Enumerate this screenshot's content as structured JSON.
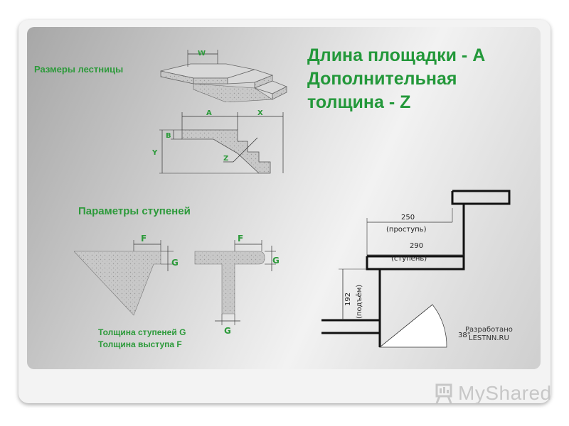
{
  "slide": {
    "heading_sizes": "Размеры лестницы",
    "title_right": "Длина площадки - А\nДополнительная\nтолщина - Z",
    "heading_steps": "Параметры ступеней",
    "caption_line1": "Толщина ступеней G",
    "caption_line2": "Толщина выступа F",
    "credit_line1": "Разработано",
    "credit_line2": "LESTNN.RU"
  },
  "stair_top": {
    "w_label": "W"
  },
  "stair_mid": {
    "a_label": "A",
    "x_label": "X",
    "b_label": "B",
    "y_label": "Y",
    "z_label": "Z"
  },
  "step_left": {
    "f_label": "F",
    "g_label": "G"
  },
  "step_right": {
    "f_label": "F",
    "g_label_side": "G",
    "g_label_bottom": "G"
  },
  "drawing": {
    "tread_value": "250",
    "tread_note": "(проступь)",
    "step_value": "290",
    "step_note": "(ступень)",
    "rise_value": "192",
    "rise_note": "(подъём)",
    "angle": "38°"
  },
  "watermark": {
    "brand": "MyShared"
  },
  "colors": {
    "accent": "#2c9a3a",
    "concrete": "#cfcfcf",
    "line": "#111111"
  }
}
